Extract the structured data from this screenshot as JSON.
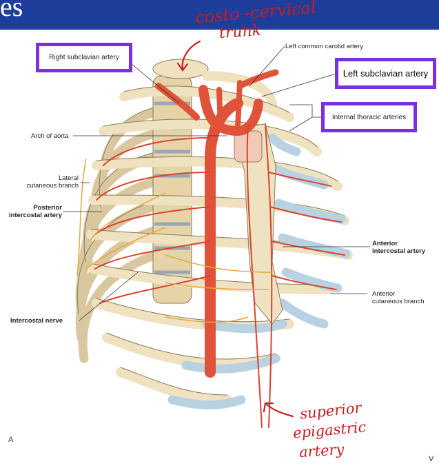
{
  "header": {
    "text": "es"
  },
  "labels": {
    "right_subclavian": "Right subclavian artery",
    "left_common_carotid": "Left common carotid artery",
    "left_subclavian": "Left subclavian artery",
    "internal_thoracic": "Internal thoracic arteries",
    "arch_of_aorta": "Arch of aorta",
    "lateral_cutaneous": "Lateral\ncutaneous branch",
    "posterior_intercostal": "Posterior\nintercostal artery",
    "anterior_intercostal": "Anterior\nintercostal artery",
    "anterior_cutaneous": "Anterior\ncutaneous branch",
    "intercostal_nerve": "Intercostal nerve"
  },
  "annotations": {
    "costo_cervical_line1": "costo -cervical",
    "costo_cervical_line2": "trunk",
    "superior_line1": "superior",
    "superior_line2": "epigastric",
    "superior_line3": "artery"
  },
  "panel_letter": "A",
  "corner_text": "V",
  "colors": {
    "header": "#1f3d9b",
    "highlight_box": "#7b2fe0",
    "handwriting": "#c81e1e",
    "bone": "#efe2c0",
    "cartilage": "#b9d2e2",
    "artery": "#e0533a",
    "nerve": "#e6a83a"
  }
}
